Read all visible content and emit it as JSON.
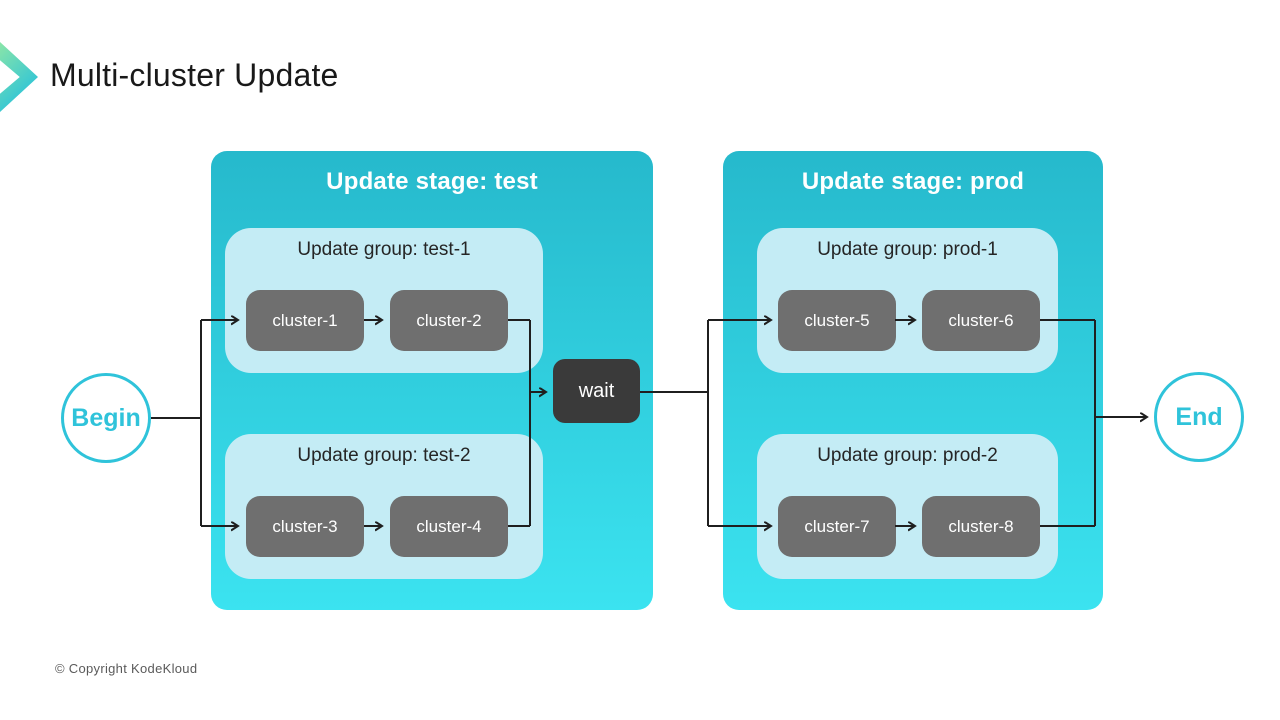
{
  "title": "Multi-cluster Update",
  "footer": "© Copyright KodeKloud",
  "flow": {
    "begin_label": "Begin",
    "end_label": "End",
    "wait_label": "wait"
  },
  "stages": [
    {
      "title": "Update stage: test",
      "groups": [
        {
          "title": "Update group: test-1",
          "clusters": [
            "cluster-1",
            "cluster-2"
          ]
        },
        {
          "title": "Update group: test-2",
          "clusters": [
            "cluster-3",
            "cluster-4"
          ]
        }
      ]
    },
    {
      "title": "Update stage: prod",
      "groups": [
        {
          "title": "Update group: prod-1",
          "clusters": [
            "cluster-5",
            "cluster-6"
          ]
        },
        {
          "title": "Update group: prod-2",
          "clusters": [
            "cluster-7",
            "cluster-8"
          ]
        }
      ]
    }
  ],
  "colors": {
    "accent_teal": "#2fc3da",
    "stage_gradient_top": "#26b9cc",
    "stage_gradient_bottom": "#3be3f0",
    "group_bg": "#c4ecf5",
    "cluster_bg": "#6f6f6f",
    "wait_bg": "#3a3a3a",
    "connector": "#1f1f1f",
    "logo_green": "#8ae5a8",
    "logo_teal": "#2bc3d9"
  }
}
